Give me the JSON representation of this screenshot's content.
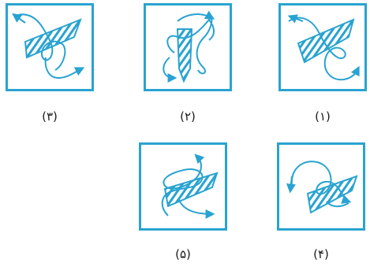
{
  "figure": {
    "panels": [
      {
        "id": "p3",
        "label": "(۳)"
      },
      {
        "id": "p2",
        "label": "(۲)"
      },
      {
        "id": "p1",
        "label": "(۱)"
      },
      {
        "id": "p5",
        "label": "(۵)"
      },
      {
        "id": "p4",
        "label": "(۴)"
      }
    ]
  },
  "colors": {
    "accent": "#29a3d1",
    "ink": "#1a1a1a"
  }
}
